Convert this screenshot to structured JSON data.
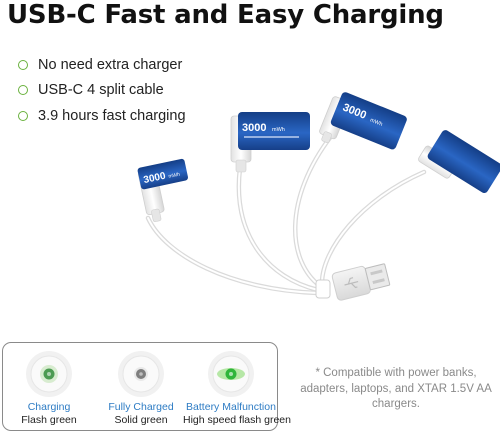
{
  "title": "USB-C Fast and Easy Charging",
  "features": [
    "No need extra charger",
    "USB-C 4 split cable",
    "3.9 hours fast charging"
  ],
  "battery": {
    "capacity": "3000",
    "unit": "mWh"
  },
  "status": [
    {
      "label": "Charging",
      "description": "Flash green"
    },
    {
      "label": "Fully Charged",
      "description": "Solid green"
    },
    {
      "label": "Battery Malfunction",
      "description": "High speed flash green"
    }
  ],
  "note": "* Compatible with power banks, adapters, laptops, and XTAR 1.5V AA chargers.",
  "colors": {
    "accent_green": "#6ab23e",
    "label_blue": "#2e7cc4",
    "battery_blue": "#1f56a8"
  }
}
